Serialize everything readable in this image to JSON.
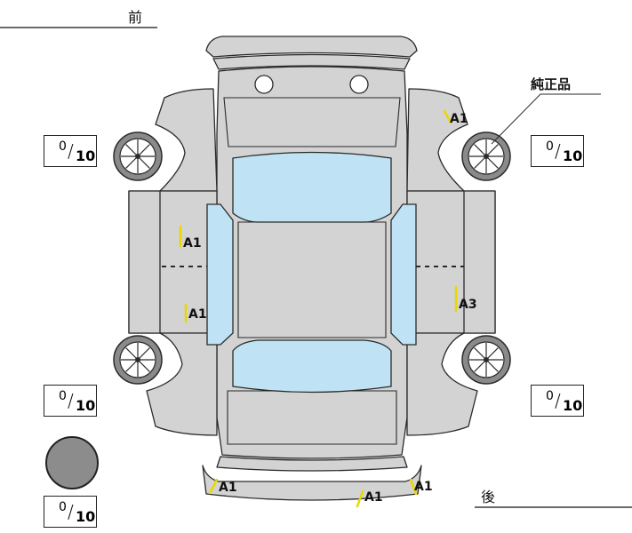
{
  "labels": {
    "front": "前",
    "rear": "後",
    "genuine": "純正品"
  },
  "tires": {
    "front_left": {
      "value": "0",
      "max": "10"
    },
    "front_right": {
      "value": "0",
      "max": "10"
    },
    "rear_left": {
      "value": "0",
      "max": "10"
    },
    "rear_right": {
      "value": "0",
      "max": "10"
    },
    "spare": {
      "value": "0",
      "max": "10"
    }
  },
  "damage_marks": [
    {
      "code": "A1",
      "location": "front-right-fender"
    },
    {
      "code": "A1",
      "location": "left-front-door"
    },
    {
      "code": "A1",
      "location": "left-rear-door"
    },
    {
      "code": "A3",
      "location": "right-rear-door"
    },
    {
      "code": "A1",
      "location": "rear-bumper-left"
    },
    {
      "code": "A1",
      "location": "rear-bumper-center"
    },
    {
      "code": "A1",
      "location": "rear-bumper-right"
    }
  ],
  "colors": {
    "body": "#d3d3d3",
    "glass": "#bfe3f4",
    "outline": "#2a2a2a",
    "mark": "#e8d800",
    "spare": "#8c8c8c"
  }
}
